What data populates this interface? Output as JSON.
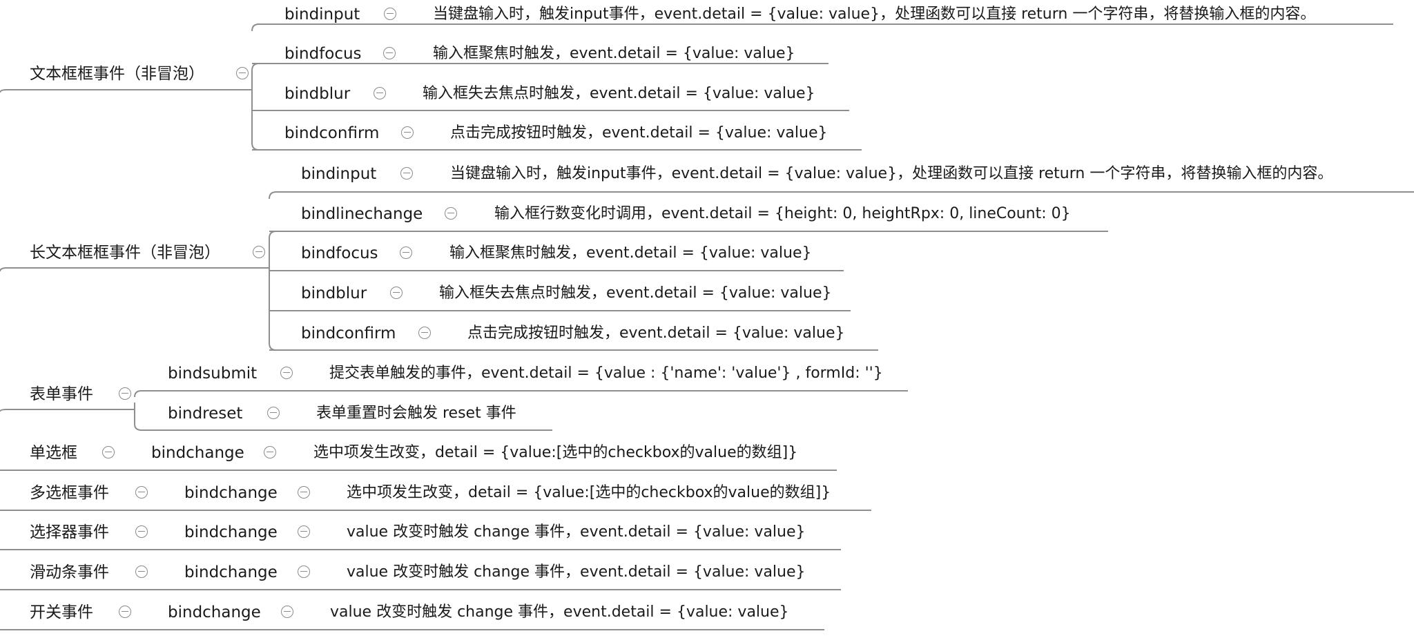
{
  "categories": [
    {
      "label": "文本框框事件（非冒泡）",
      "items": [
        {
          "key": "bindinput",
          "desc": "当键盘输入时，触发input事件，event.detail = {value: value}，处理函数可以直接 return 一个字符串，将替换输入框的内容。"
        },
        {
          "key": "bindfocus",
          "desc": "输入框聚焦时触发，event.detail = {value: value}"
        },
        {
          "key": "bindblur",
          "desc": "输入框失去焦点时触发，event.detail = {value: value}"
        },
        {
          "key": "bindconfirm",
          "desc": "点击完成按钮时触发，event.detail = {value: value}"
        }
      ]
    },
    {
      "label": "长文本框框事件（非冒泡）",
      "items": [
        {
          "key": "bindinput",
          "desc": "当键盘输入时，触发input事件，event.detail = {value: value}，处理函数可以直接 return 一个字符串，将替换输入框的内容。"
        },
        {
          "key": "bindlinechange",
          "desc": "输入框行数变化时调用，event.detail = {height: 0, heightRpx: 0, lineCount: 0}"
        },
        {
          "key": "bindfocus",
          "desc": "输入框聚焦时触发，event.detail = {value: value}"
        },
        {
          "key": "bindblur",
          "desc": "输入框失去焦点时触发，event.detail = {value: value}"
        },
        {
          "key": "bindconfirm",
          "desc": "点击完成按钮时触发，event.detail = {value: value}"
        }
      ]
    },
    {
      "label": "表单事件",
      "items": [
        {
          "key": "bindsubmit",
          "desc": "提交表单触发的事件，event.detail = {value : {'name': 'value'} , formId: ''}"
        },
        {
          "key": "bindreset",
          "desc": "表单重置时会触发 reset 事件"
        }
      ]
    },
    {
      "label": "单选框",
      "items": [
        {
          "key": "bindchange",
          "desc": "选中项发生改变，detail = {value:[选中的checkbox的value的数组]}"
        }
      ]
    },
    {
      "label": "多选框事件",
      "items": [
        {
          "key": "bindchange",
          "desc": "选中项发生改变，detail = {value:[选中的checkbox的value的数组]}"
        }
      ]
    },
    {
      "label": "选择器事件",
      "items": [
        {
          "key": "bindchange",
          "desc": "value 改变时触发 change 事件，event.detail = {value: value}"
        }
      ]
    },
    {
      "label": "滑动条事件",
      "items": [
        {
          "key": "bindchange",
          "desc": "value 改变时触发 change 事件，event.detail = {value: value}"
        }
      ]
    },
    {
      "label": "开关事件",
      "items": [
        {
          "key": "bindchange",
          "desc": "value 改变时触发 change 事件，event.detail = {value: value}"
        }
      ]
    }
  ]
}
